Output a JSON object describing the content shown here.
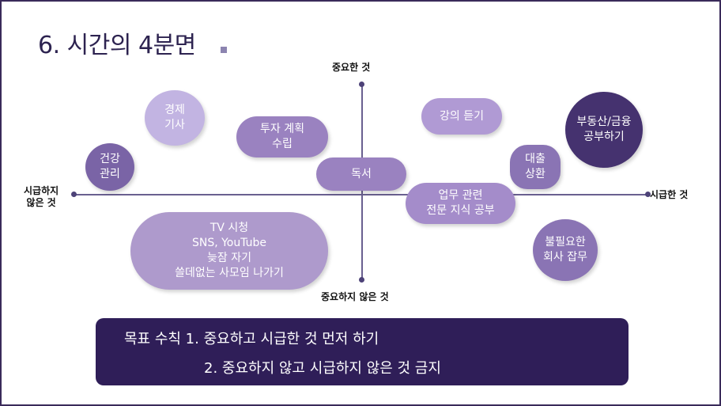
{
  "title": "6. 시간의 4분면",
  "axes": {
    "top": "중요한 것",
    "bottom": "중요하지 않은 것",
    "left": "시급하지\n않은 것",
    "right": "시급한 것"
  },
  "items": {
    "economy": "경제\n기사",
    "health": "건강\n관리",
    "invest": "투자 계획\n수립",
    "reading": "독서",
    "lecture": "강의 듣기",
    "realestate": "부동산/금융\n공부하기",
    "loan": "대출\n상환",
    "work": "업무 관련\n전문 지식 공부",
    "tv": "TV 시청\nSNS, YouTube\n늦잠 자기\n쓸데없는 사모임 나가기",
    "chores": "불필요한\n회사 잡무"
  },
  "goal": {
    "line1": "목표 수칙 1. 중요하고 시급한 것 먼저 하기",
    "line2": "2. 중요하지 않고 시급하지 않은 것 금지"
  },
  "colors": {
    "dark": "#2f1e58",
    "mid": "#9a88c0",
    "light": "#c2b4e2",
    "deep": "#4a3775"
  }
}
